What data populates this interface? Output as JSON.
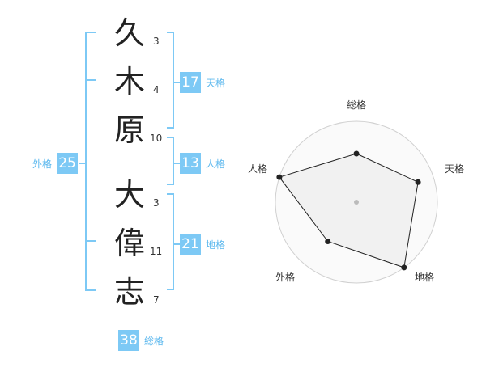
{
  "name": {
    "characters": [
      {
        "char": "久",
        "strokes": "3"
      },
      {
        "char": "木",
        "strokes": "4"
      },
      {
        "char": "原",
        "strokes": "10"
      },
      {
        "char": "大",
        "strokes": "3"
      },
      {
        "char": "偉",
        "strokes": "11"
      },
      {
        "char": "志",
        "strokes": "7"
      }
    ]
  },
  "fortune": {
    "tenkaku": {
      "label": "天格",
      "value": "17"
    },
    "jinkaku": {
      "label": "人格",
      "value": "13"
    },
    "chikaku": {
      "label": "地格",
      "value": "21"
    },
    "gaikaku": {
      "label": "外格",
      "value": "25"
    },
    "soukaku": {
      "label": "総格",
      "value": "38"
    }
  },
  "radar": {
    "axes": [
      "総格",
      "天格",
      "地格",
      "外格",
      "人格"
    ],
    "scores": [
      3,
      4,
      5,
      3,
      5
    ],
    "max": 5,
    "colors": {
      "fill": "#f0f0f0",
      "line": "#222222",
      "ring": "#d0d0d0",
      "point": "#222222",
      "center": "#bbbbbb"
    }
  },
  "colors": {
    "bracket": "#7dc9f5",
    "badge": "#7dc9f5",
    "badge_label": "#5cb8ee"
  }
}
